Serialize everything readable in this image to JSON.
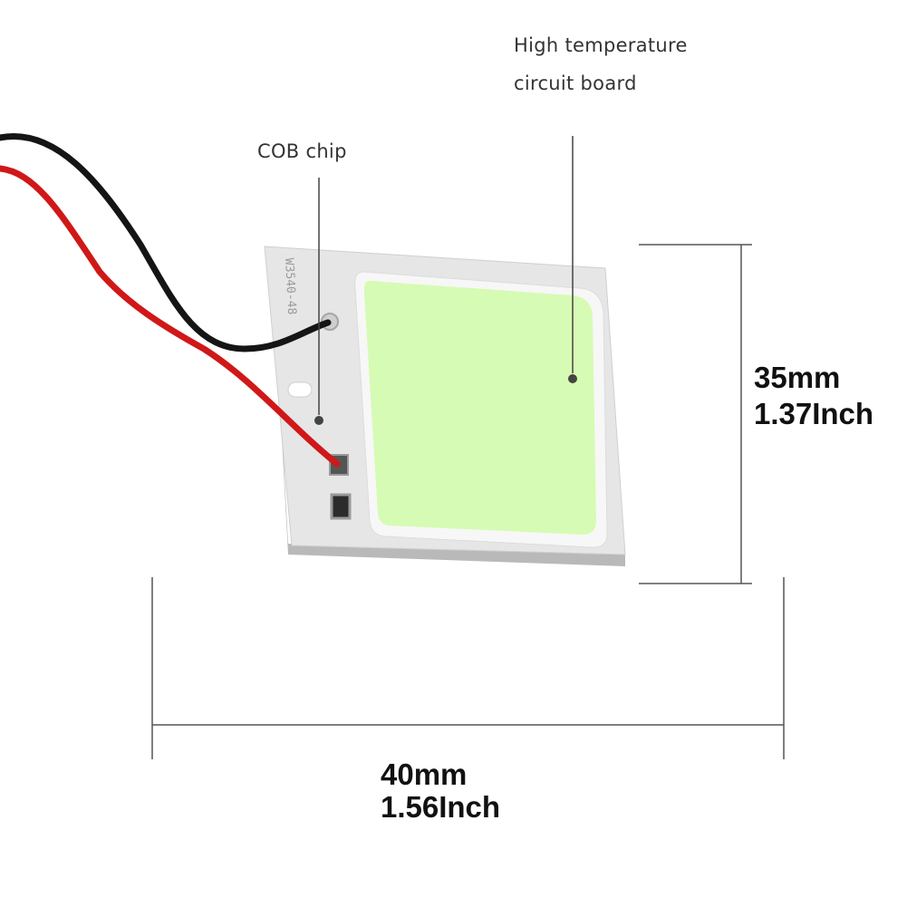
{
  "callouts": {
    "board_line1": "High temperature",
    "board_line2": "circuit board",
    "cob": "COB chip"
  },
  "dimensions": {
    "height_mm": "35mm",
    "height_in": "1.37Inch",
    "width_mm": "40mm",
    "width_in": "1.56Inch"
  },
  "board_marking": "W3540-48",
  "colors": {
    "led_panel": "#d6fbb4",
    "board": "#e6e6e6",
    "wire_red": "#d01818",
    "wire_black": "#151515"
  }
}
